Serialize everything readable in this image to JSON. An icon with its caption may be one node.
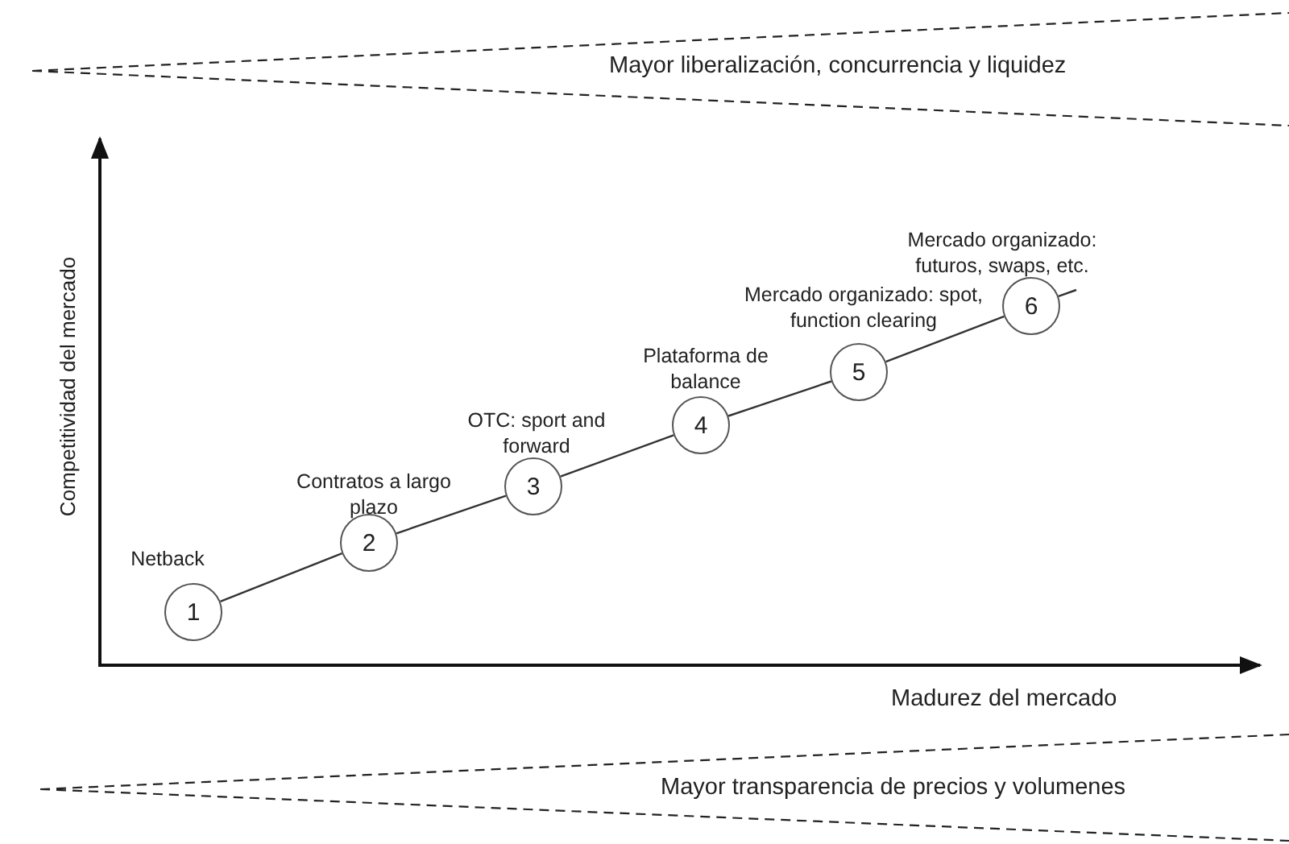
{
  "diagram": {
    "nodes": [
      {
        "text": [
          "1"
        ],
        "beside": [
          "Netback"
        ]
      },
      {
        "text": [
          "2"
        ],
        "beside": [
          "Contratos a largo plazo"
        ]
      },
      {
        "text": [
          "3"
        ],
        "beside": [
          "OTC: sport and forward"
        ]
      },
      {
        "text": [
          "4"
        ],
        "beside": [
          "Plataforma de balance"
        ]
      },
      {
        "text": [
          "5"
        ],
        "beside": [
          "Mercado organizado: spot, function clearing"
        ]
      },
      {
        "text": [
          "6"
        ],
        "beside": [
          "Mercado organizado: futuros, swaps, etc."
        ]
      }
    ],
    "edges": [
      {
        "from": 0,
        "to": 1,
        "arrow": "none"
      },
      {
        "from": 1,
        "to": 2,
        "arrow": "none"
      },
      {
        "from": 2,
        "to": 3,
        "arrow": "none"
      },
      {
        "from": 3,
        "to": 4,
        "arrow": "none"
      },
      {
        "from": 4,
        "to": 5,
        "arrow": "none"
      },
      {
        "from": 5,
        "to": null,
        "arrow": "none"
      }
    ],
    "labels": [
      "Mayor liberalización, concurrencia y liquidez",
      "Competitividad del mercado",
      "Madurez del mercado",
      "Mayor transparencia de precios y volumenes"
    ]
  }
}
